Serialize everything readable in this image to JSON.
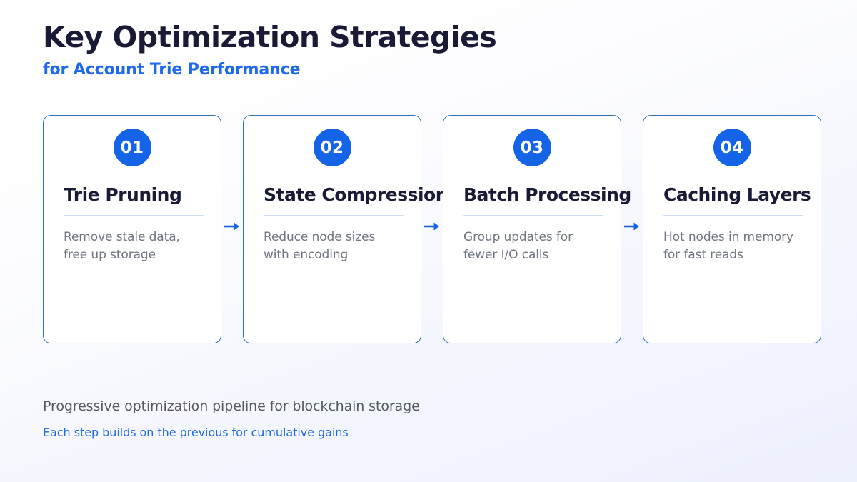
{
  "header": {
    "title": "Key Optimization Strategies",
    "subtitle": "for Account Trie Performance"
  },
  "theme": {
    "accent_blue": "#1564e8",
    "title_dark": "#191b36",
    "body_gray": "#6e7480",
    "card_border": "#2f6db8",
    "divider": "#ccdcf3",
    "card_background": "#ffffff"
  },
  "cards": [
    {
      "number": "01",
      "title": "Trie Pruning",
      "description": "Remove stale data,\nfree up storage"
    },
    {
      "number": "02",
      "title": "State Compression",
      "description": "Reduce node sizes\nwith encoding"
    },
    {
      "number": "03",
      "title": "Batch Processing",
      "description": "Group updates for\nfewer I/O calls"
    },
    {
      "number": "04",
      "title": "Caching Layers",
      "description": "Hot nodes in memory\nfor fast reads"
    }
  ],
  "connectors": [
    {
      "icon": "arrow-right-icon"
    },
    {
      "icon": "arrow-right-icon"
    },
    {
      "icon": "arrow-right-icon"
    }
  ],
  "footer": {
    "main": "Progressive optimization pipeline for blockchain storage",
    "sub": "Each step builds on the previous for cumulative gains"
  }
}
